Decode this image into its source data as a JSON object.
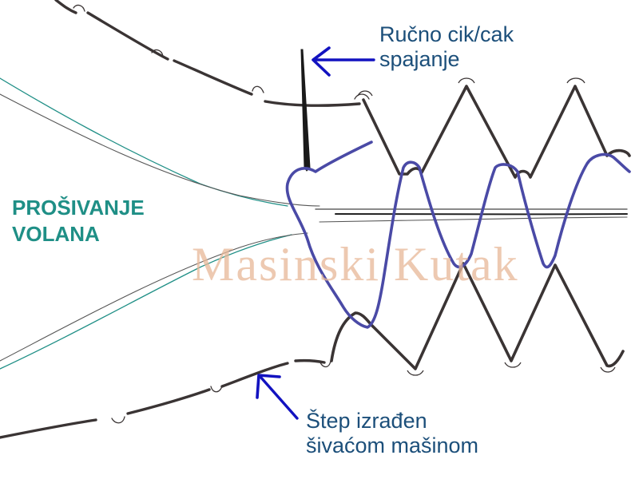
{
  "labels": {
    "hand_stitch_line1": "Ručno cik/cak",
    "hand_stitch_line2": "spajanje",
    "machine_stitch_line1": "Štep izrađen",
    "machine_stitch_line2": "šivaćom mašinom",
    "title_line1": "PROŠIVANJE",
    "title_line2": "VOLANA"
  },
  "watermark": "Masinski Kutak",
  "colors": {
    "fabric_edge": "#3a3434",
    "hand_thread": "#4a4aa6",
    "arrow": "#1212c0",
    "teal_edge": "#1f8f86",
    "label_text": "#1c4f7a",
    "title_text": "#1f8f86",
    "watermark": "#e8b898"
  }
}
